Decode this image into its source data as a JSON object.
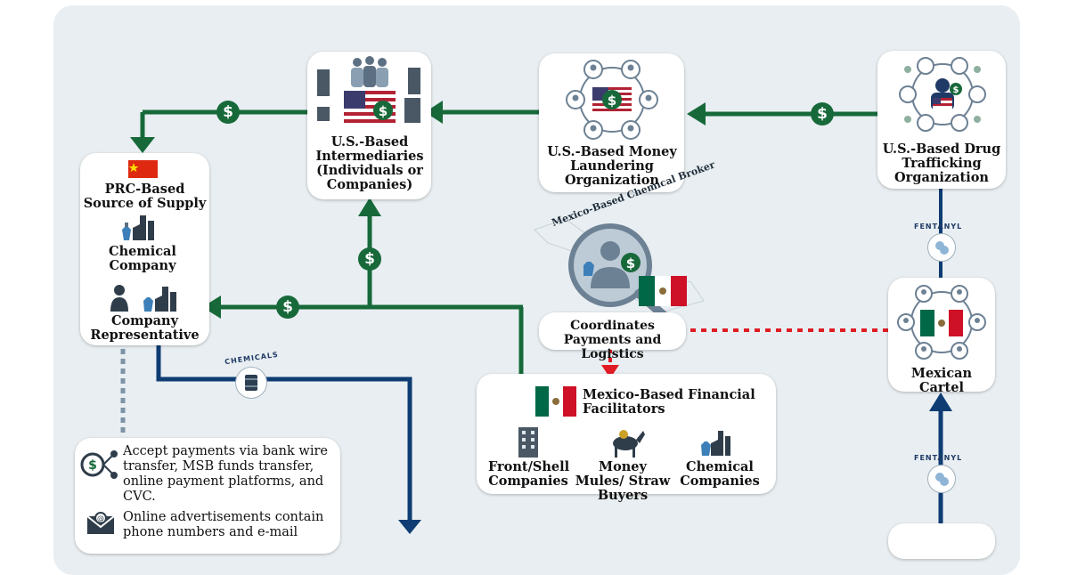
{
  "nodes": {
    "prc_source": {
      "title": "PRC-Based Source of Supply",
      "chemical_company": "Chemical Company",
      "company_rep": "Company Representative"
    },
    "us_intermediaries": {
      "label": "U.S.-Based Intermediaries (Individuals or Companies)"
    },
    "us_mlo": {
      "label": "U.S.-Based Money Laundering Organization"
    },
    "us_dto": {
      "label": "U.S.-Based Drug Trafficking Organization"
    },
    "mx_broker": {
      "arc_title": "Mexico-Based Chemical Broker",
      "caption": "Coordinates Payments and Logistics"
    },
    "mx_cartel": {
      "label": "Mexican Cartel"
    },
    "mx_facilitators": {
      "title": "Mexico-Based Financial Facilitators",
      "items": [
        "Front/Shell Companies",
        "Money Mules/ Straw Buyers",
        "Chemical Companies"
      ]
    },
    "payments_box": {
      "items": [
        "Accept payments via bank wire transfer, MSB funds transfer, online payment platforms, and CVC.",
        "Online advertisements contain phone numbers and e-mail"
      ]
    }
  },
  "flow_labels": {
    "dollar": "$",
    "chemicals": "CHEMICALS",
    "fentanyl": "FENTANYL"
  },
  "colors": {
    "money_green": "#17693a",
    "chem_blue": "#0e3c73",
    "broker_red": "#e01b24",
    "panel": "#e8eef1",
    "icon_slate": "#5d7083"
  },
  "icons": [
    "china-flag-icon",
    "us-flag-icon",
    "mexico-flag-icon",
    "dollar-icon",
    "building-icon",
    "people-network-icon",
    "factory-icon",
    "lab-flask-icon",
    "person-icon",
    "magnifier-icon",
    "donkey-icon",
    "barrel-icon",
    "pill-icon",
    "wire-transfer-icon",
    "email-icon"
  ]
}
